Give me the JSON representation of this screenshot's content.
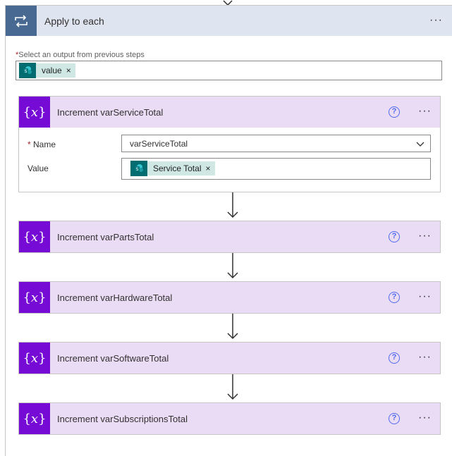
{
  "apply_each": {
    "title": "Apply to each",
    "more_label": "···",
    "select_label": "Select an output from previous steps",
    "required_mark": "*",
    "token": {
      "label": "value",
      "close": "×",
      "icon": "sharepoint-icon"
    }
  },
  "cards": [
    {
      "title": "Increment varServiceTotal",
      "help": "?",
      "more": "···",
      "expanded": true,
      "name_label": "Name",
      "name_value": "varServiceTotal",
      "value_label": "Value",
      "value_token": {
        "label": "Service Total",
        "close": "×",
        "icon": "sharepoint-icon"
      }
    },
    {
      "title": "Increment varPartsTotal",
      "help": "?",
      "more": "···"
    },
    {
      "title": "Increment varHardwareTotal",
      "help": "?",
      "more": "···"
    },
    {
      "title": "Increment varSoftwareTotal",
      "help": "?",
      "more": "···"
    },
    {
      "title": "Increment varSubscriptionsTotal",
      "help": "?",
      "more": "···"
    }
  ],
  "colors": {
    "loop_header_bg": "#dfe5f0",
    "loop_icon_bg": "#486991",
    "variable_header_bg": "#ebdcf6",
    "variable_icon_bg": "#770bd6",
    "sharepoint_token_bg": "#cfe8e4",
    "sharepoint_icon_bg": "#036c70",
    "help_icon": "#4f6bed"
  }
}
